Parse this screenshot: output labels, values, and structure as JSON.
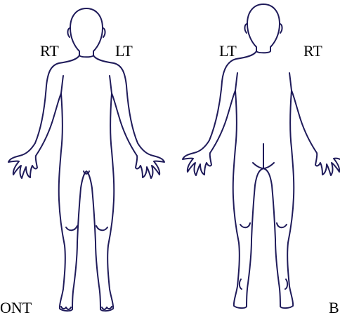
{
  "front_view": {
    "label": "ONT",
    "left_side_label": "RT",
    "right_side_label": "LT"
  },
  "back_view": {
    "label": "B",
    "left_side_label": "LT",
    "right_side_label": "RT"
  },
  "outline_color": "#1f1b5a"
}
